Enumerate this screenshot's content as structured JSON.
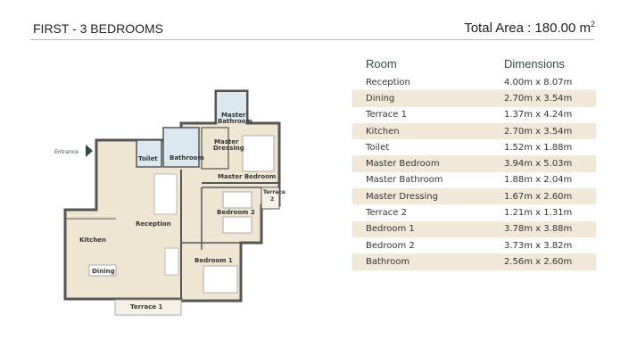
{
  "header": {
    "title": "FIRST  -  3 BEDROOMS",
    "total_area_label": "Total Area : 180.00 m",
    "total_area_sup": "2"
  },
  "table": {
    "headers": [
      "Room",
      "Dimensions"
    ],
    "rows": [
      [
        "Reception",
        "4.00m x 8.07m"
      ],
      [
        "Dining",
        "2.70m x 3.54m"
      ],
      [
        "Terrace 1",
        "1.37m x 4.24m"
      ],
      [
        "Kitchen",
        "2.70m x 3.54m"
      ],
      [
        "Toilet",
        "1.52m x 1.88m"
      ],
      [
        "Master Bedroom",
        "3.94m x 5.03m"
      ],
      [
        "Master Bathroom",
        "1.88m x 2.04m"
      ],
      [
        "Master Dressing",
        "1.67m x 2.60m"
      ],
      [
        "Terrace 2",
        "1.21m x 1.31m"
      ],
      [
        "Bedroom 1",
        "3.78m x 3.88m"
      ],
      [
        "Bedroom 2",
        "3.73m x 3.82m"
      ],
      [
        "Bathroom",
        "2.56m x 2.60m"
      ]
    ]
  },
  "plan": {
    "entrance": "Entrance",
    "master_bathroom_1": "Master",
    "master_bathroom_2": "Bathroom",
    "toilet": "Toilet",
    "bathroom": "Bathroom",
    "master_dressing_1": "Master",
    "master_dressing_2": "Dressing",
    "master_bedroom": "Master Bedroom",
    "terrace2_1": "Terrace",
    "terrace2_2": "2",
    "bedroom2": "Bedroom 2",
    "reception": "Reception",
    "kitchen": "Kitchen",
    "bedroom1": "Bedroom 1",
    "dining": "Dining",
    "terrace1": "Terrace 1"
  },
  "colors": {
    "floor": "#efe6d2",
    "wall": "#555555",
    "wet": "#dce8ef",
    "accent": "#2f4a3e"
  }
}
